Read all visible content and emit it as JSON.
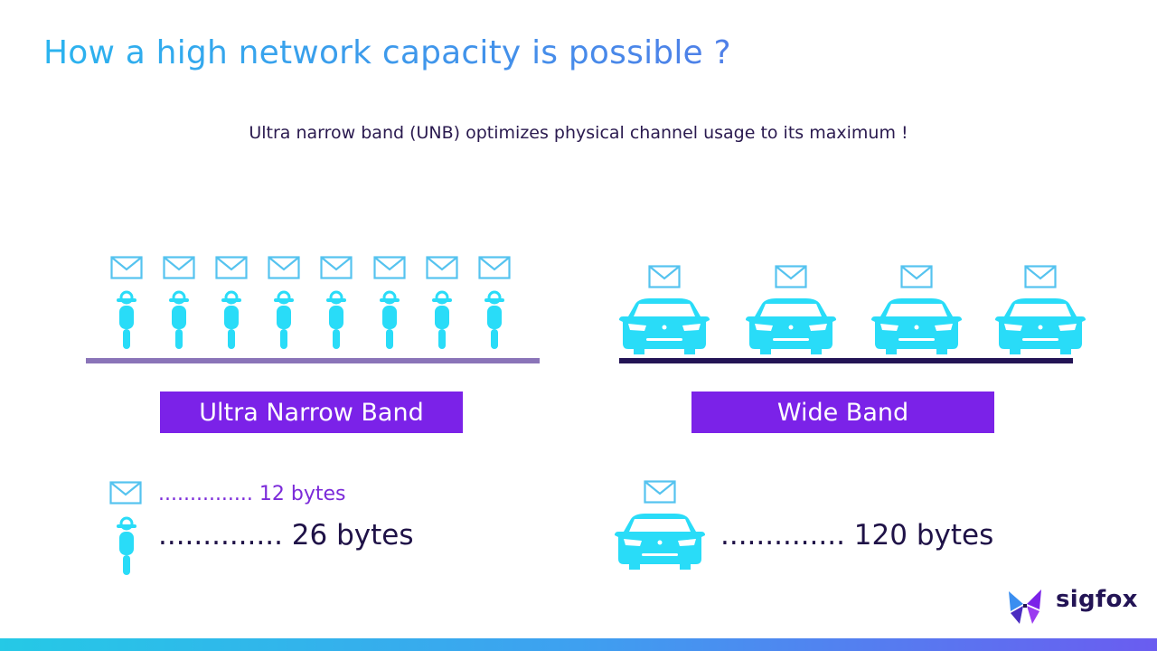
{
  "header": {
    "title": "How a high network capacity is possible ?",
    "subtitle": "Ultra narrow band (UNB) optimizes physical channel usage to its maximum !"
  },
  "bands": {
    "unb_label": "Ultra Narrow Band",
    "wb_label": "Wide Band"
  },
  "legend": {
    "envelope_text": "............... 12 bytes",
    "moto_text": ".............. 26 bytes",
    "car_text": ".............. 120 bytes"
  },
  "logo": {
    "text": "sigfox"
  },
  "colors": {
    "accent_purple": "#7b22e8",
    "vehicle_cyan": "#29dcf8",
    "envelope_blue": "#55c3ef",
    "dark_navy": "#231455"
  },
  "icons": {
    "envelope": "envelope-icon",
    "motorcycle": "motorcycle-icon",
    "car": "car-icon"
  }
}
